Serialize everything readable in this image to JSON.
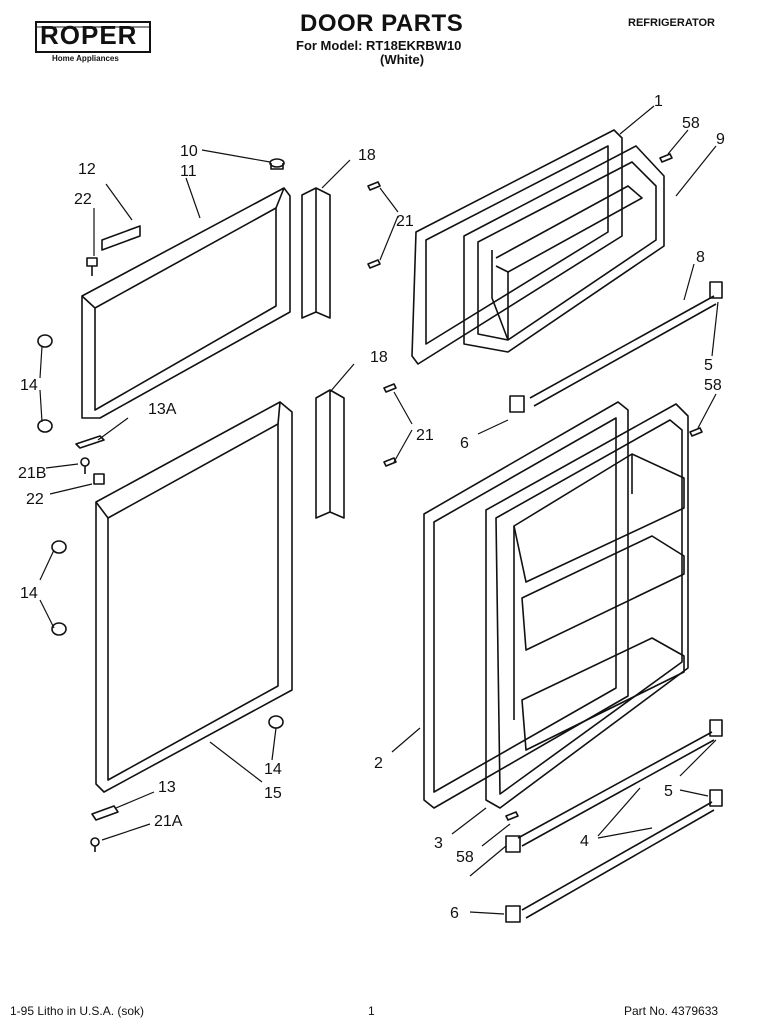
{
  "header": {
    "brand": "ROPER",
    "brand_sub": "Home Appliances",
    "title": "DOOR PARTS",
    "model_line": "For Model: RT18EKRBW10",
    "color_line": "(White)",
    "appliance": "REFRIGERATOR"
  },
  "footer": {
    "litho": "1-95  Litho in U.S.A. (sok)",
    "page_number": "1",
    "part_number": "Part No. 4379633"
  },
  "callouts": {
    "c1": "1",
    "c58a": "58",
    "c9": "9",
    "c8": "8",
    "c5a": "5",
    "c58b": "58",
    "c6a": "6",
    "c10": "10",
    "c12": "12",
    "c11": "11",
    "c22a": "22",
    "c18a": "18",
    "c21a": "21",
    "c14a": "14",
    "c13a": "13A",
    "c18b": "18",
    "c21b": "21",
    "c21B": "21B",
    "c22b": "22",
    "c14b": "14",
    "c14c": "14",
    "c15": "15",
    "c13": "13",
    "c21A": "21A",
    "c2": "2",
    "c3": "3",
    "c58c": "58",
    "c4": "4",
    "c5b": "5",
    "c6b": "6"
  }
}
